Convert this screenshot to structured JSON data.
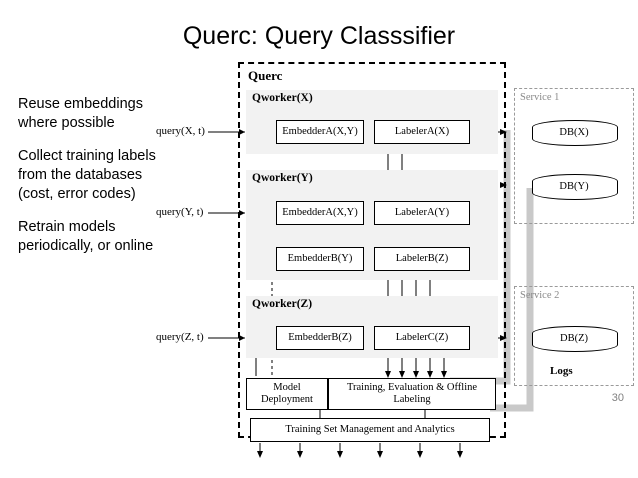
{
  "slide": {
    "title": "Querc: Query Classsifier",
    "page_number": "30",
    "bullets": [
      "Reuse embeddings where possible",
      "Collect training labels from the databases (cost, error codes)",
      "Retrain models periodically, or online"
    ]
  },
  "diagram": {
    "outer_label": "Querc",
    "queries": [
      "query(X, t)",
      "query(Y, t)",
      "query(Z, t)"
    ],
    "qworkers": [
      {
        "label": "Qworker(X)",
        "boxes": [
          "EmbedderA(X,Y)",
          "LabelerA(X)"
        ]
      },
      {
        "label": "Qworker(Y)",
        "boxes": [
          "EmbedderA(X,Y)",
          "LabelerA(Y)",
          "EmbedderB(Y)",
          "LabelerB(Z)"
        ]
      },
      {
        "label": "Qworker(Z)",
        "boxes": [
          "EmbedderB(Z)",
          "LabelerC(Z)"
        ]
      }
    ],
    "services": [
      {
        "label": "Service 1",
        "dbs": [
          "DB(X)",
          "DB(Y)"
        ]
      },
      {
        "label": "Service 2",
        "dbs": [
          "DB(Z)"
        ]
      }
    ],
    "logs_label": "Logs",
    "bottom_boxes": [
      "Model Deployment",
      "Training, Evaluation & Offline Labeling",
      "Training Set Management and Analytics"
    ]
  },
  "colors": {
    "panel": "#f2f2f2",
    "grey_dash": "#9a9a9a",
    "grey_text": "#8a8a8a",
    "black": "#000000",
    "arrow_grey": "#b3b3b3"
  }
}
